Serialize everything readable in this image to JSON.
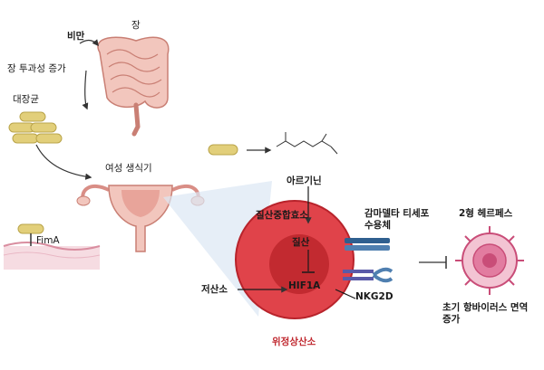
{
  "labels": {
    "obesity": "비만",
    "intestine": "장",
    "permeability": "장 투과성 증가",
    "ecoli": "대장균",
    "female_tract": "여성 생식기",
    "fima": "FimA",
    "arginine": "아르기닌",
    "nos": "질산중합효소",
    "nitrate": "질산",
    "hif1a": "HIF1A",
    "hypoxia": "저산소",
    "gamma_delta": "감마델타 티세포\n수용체",
    "nkg2d": "NKG2D",
    "herpes": "2형 헤르페스",
    "immunity": "초기 항바이러스 면역\n증가",
    "stem_cell": "위정상산소"
  },
  "colors": {
    "cell_outer": "#e0434a",
    "cell_inner": "#c22a30",
    "cell_border": "#b8232b",
    "bacteria": "#e2cf7a",
    "intestine": "#e8a49a",
    "virus": "#c94d78",
    "receptor": "#2f5f8f"
  },
  "icons": [
    "intestine-icon",
    "bacteria-icon",
    "uterus-icon",
    "molecule-icon",
    "cell-icon",
    "receptor-icon",
    "virus-icon"
  ]
}
